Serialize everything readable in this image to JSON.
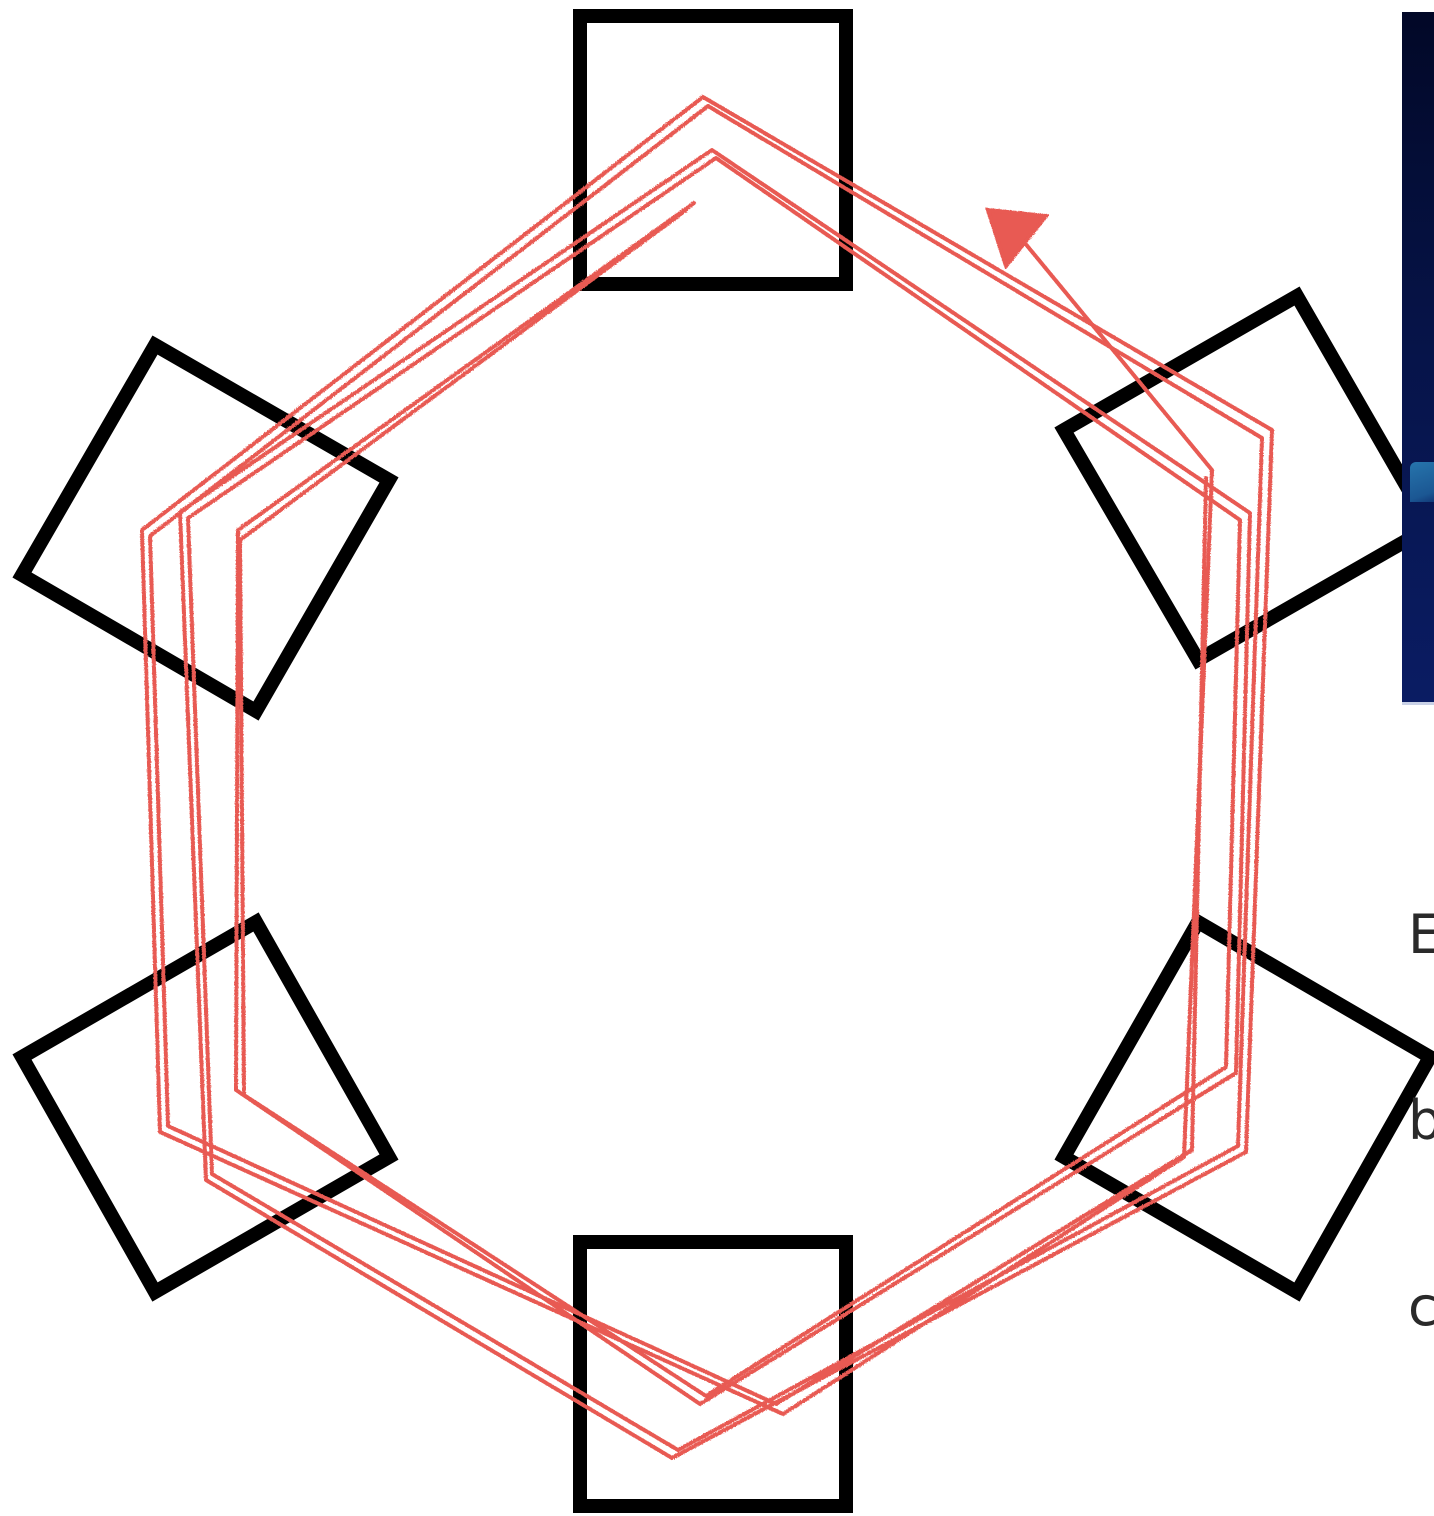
{
  "colors": {
    "stroke_frame": "#000000",
    "stroke_path": "#e85a52",
    "panel_dark": "#030b2e",
    "text": "#2a2a2a"
  },
  "side_text": {
    "line1": "E",
    "line2": "b",
    "line3": "c"
  }
}
